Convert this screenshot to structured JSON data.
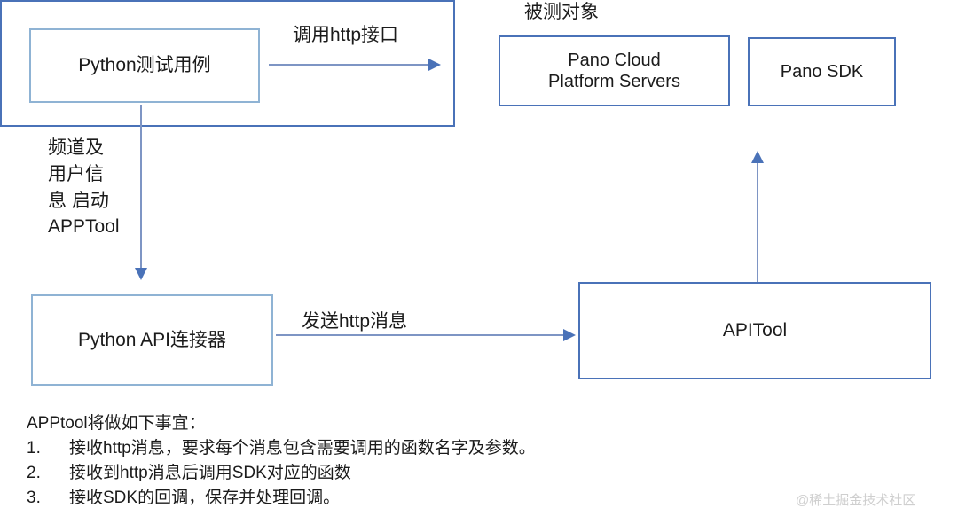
{
  "diagram": {
    "colors": {
      "border_light": "#8fb3d4",
      "border_strong": "#4a72b8",
      "arrow": "#7e95c4",
      "arrow_head": "#4a72b8",
      "text": "#1b1b1b",
      "background": "#ffffff",
      "watermark": "#cfcfcf"
    },
    "nodes": {
      "python_test_case": "Python测试用例",
      "python_api_connector": "Python API连接器",
      "apitool": "APITool",
      "target_group_label": "被测对象",
      "pano_cloud": "Pano Cloud\nPlatform Servers",
      "pano_cloud_line1": "Pano Cloud",
      "pano_cloud_line2": "Platform Servers",
      "pano_sdk": "Pano SDK"
    },
    "connectors": {
      "http_call": "调用http接口",
      "send_http": "发送http消息",
      "start_tool_line1": "频道及",
      "start_tool_line2": "用户信",
      "start_tool_line3": "息 启动",
      "start_tool_line4": "APPTool",
      "callback": ""
    },
    "notes": {
      "heading": "APPtool将做如下事宜：",
      "items": [
        {
          "num": "1.",
          "text": "接收http消息，要求每个消息包含需要调用的函数名字及参数。"
        },
        {
          "num": "2.",
          "text": "接收到http消息后调用SDK对应的函数"
        },
        {
          "num": "3.",
          "text": "接收SDK的回调，保存并处理回调。"
        }
      ]
    },
    "watermark": "@稀土掘金技术社区"
  }
}
